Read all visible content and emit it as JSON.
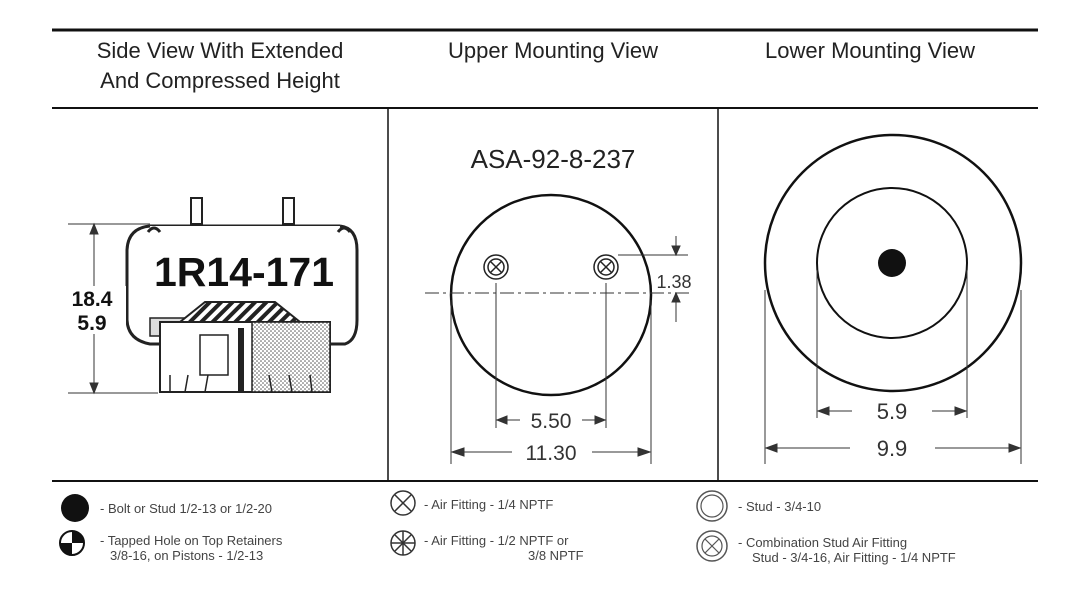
{
  "headers": {
    "side_line1": "Side View With Extended",
    "side_line2": "And Compressed Height",
    "upper": "Upper Mounting View",
    "lower": "Lower Mounting View"
  },
  "side_view": {
    "part_number": "1R14-171",
    "extended_height": "18.4",
    "compressed_height": "5.9"
  },
  "upper_view": {
    "model": "ASA-92-8-237",
    "offset_dim": "1.38",
    "hole_spacing_dim": "5.50",
    "diameter_dim": "11.30"
  },
  "lower_view": {
    "inner_dim": "5.9",
    "outer_dim": "9.9"
  },
  "legend": {
    "bolt": "- Bolt or Stud 1/2-13 or 1/2-20",
    "tapped_line1": "- Tapped Hole on Top Retainers",
    "tapped_line2": "3/8-16, on Pistons - 1/2-13",
    "air_fitting_14": "- Air Fitting - 1/4 NPTF",
    "air_fitting_12_line1": "- Air Fitting - 1/2 NPTF or",
    "air_fitting_12_line2": "3/8 NPTF",
    "stud": "- Stud - 3/4-10",
    "combo_line1": "- Combination Stud Air Fitting",
    "combo_line2": "Stud - 3/4-16, Air Fitting - 1/4 NPTF"
  }
}
